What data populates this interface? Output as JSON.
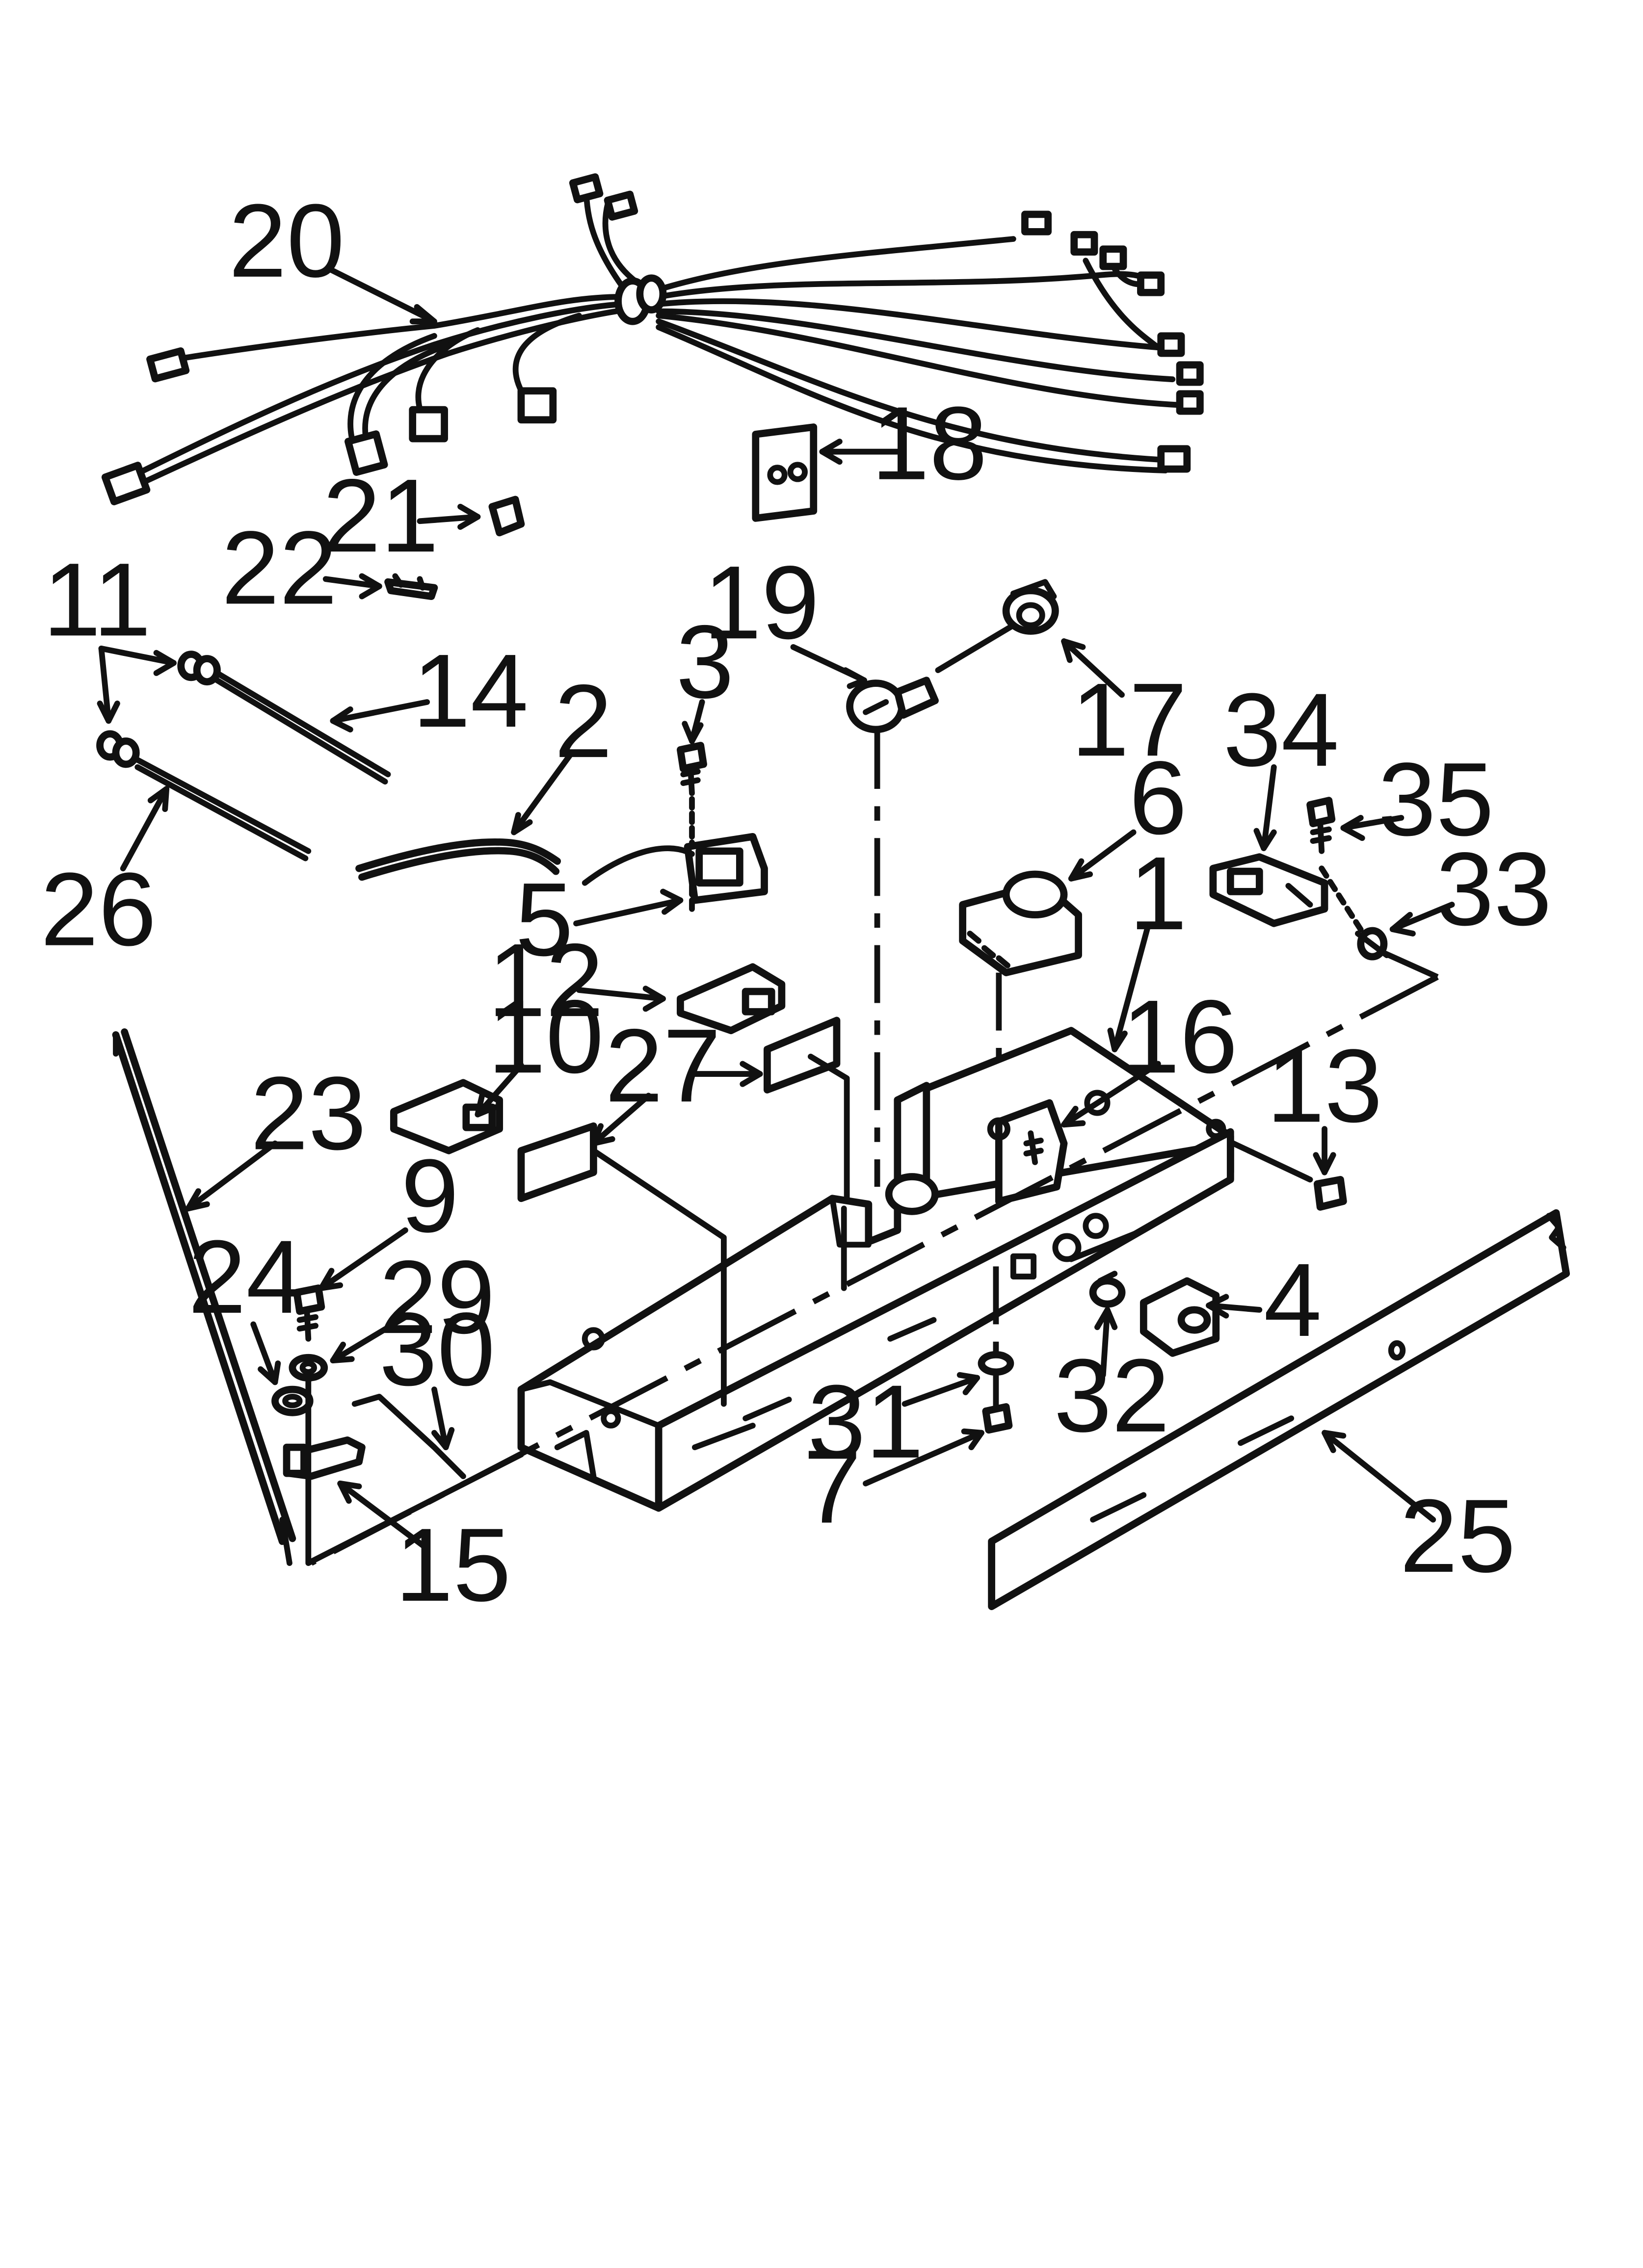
{
  "diagram": {
    "callouts": [
      {
        "id": "c20",
        "label": "20"
      },
      {
        "id": "c18",
        "label": "18"
      },
      {
        "id": "c21",
        "label": "21"
      },
      {
        "id": "c22",
        "label": "22"
      },
      {
        "id": "c11",
        "label": "11"
      },
      {
        "id": "c14",
        "label": "14"
      },
      {
        "id": "c26",
        "label": "26"
      },
      {
        "id": "c2",
        "label": "2"
      },
      {
        "id": "c3",
        "label": "3"
      },
      {
        "id": "c5",
        "label": "5"
      },
      {
        "id": "c19",
        "label": "19"
      },
      {
        "id": "c17",
        "label": "17"
      },
      {
        "id": "c34",
        "label": "34"
      },
      {
        "id": "c35",
        "label": "35"
      },
      {
        "id": "c33",
        "label": "33"
      },
      {
        "id": "c6",
        "label": "6"
      },
      {
        "id": "c1",
        "label": "1"
      },
      {
        "id": "c16",
        "label": "16"
      },
      {
        "id": "c12",
        "label": "12"
      },
      {
        "id": "c10",
        "label": "10"
      },
      {
        "id": "c27",
        "label": "27"
      },
      {
        "id": "c23",
        "label": "23"
      },
      {
        "id": "c13",
        "label": "13"
      },
      {
        "id": "c9",
        "label": "9"
      },
      {
        "id": "c29",
        "label": "29"
      },
      {
        "id": "c24",
        "label": "24"
      },
      {
        "id": "c30",
        "label": "30"
      },
      {
        "id": "c4",
        "label": "4"
      },
      {
        "id": "c32",
        "label": "32"
      },
      {
        "id": "c31",
        "label": "31"
      },
      {
        "id": "c7",
        "label": "7"
      },
      {
        "id": "c15",
        "label": "15"
      },
      {
        "id": "c25",
        "label": "25"
      }
    ]
  }
}
